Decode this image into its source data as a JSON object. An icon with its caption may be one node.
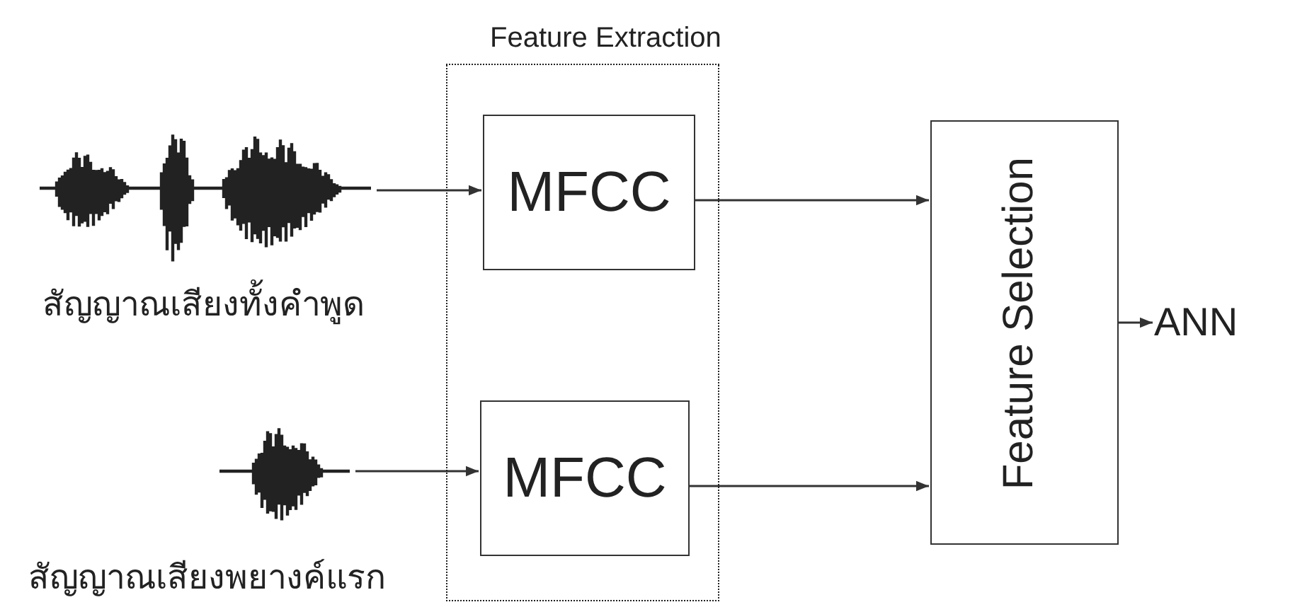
{
  "diagram": {
    "nodes": [
      {
        "text": [
          "Feature Extraction"
        ]
      },
      {
        "text": [],
        "shape": "picture",
        "beside": [
          "สัญญาณเสียงทั้งคำพูด"
        ]
      },
      {
        "text": [
          "MFCC"
        ],
        "in": 0
      },
      {
        "text": [],
        "shape": "picture",
        "beside": [
          "สัญญาณเสียงพยางค์แรก"
        ]
      },
      {
        "text": [
          "MFCC"
        ],
        "in": 0
      },
      {
        "text": [
          "Feature Selection"
        ]
      },
      {
        "text": [
          "ANN"
        ]
      }
    ],
    "edges": [
      {
        "from": 1,
        "to": 2,
        "arrow": "to"
      },
      {
        "from": 3,
        "to": 4,
        "arrow": "to"
      },
      {
        "from": 2,
        "to": 5,
        "arrow": "to"
      },
      {
        "from": 4,
        "to": 5,
        "arrow": "to"
      },
      {
        "from": 5,
        "to": 6,
        "arrow": "to"
      }
    ]
  }
}
